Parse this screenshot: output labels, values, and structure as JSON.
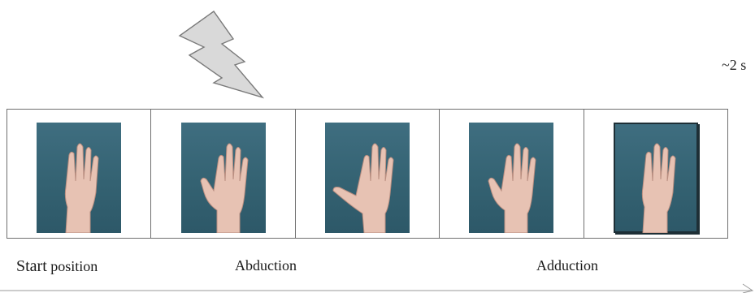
{
  "stimulus": {
    "icon": "lightning-bolt-icon",
    "color": "#d6d6d6"
  },
  "duration": {
    "text": "~2 s"
  },
  "frames": [
    {
      "pose": "closed"
    },
    {
      "pose": "thumb-slightly-open"
    },
    {
      "pose": "thumb-open"
    },
    {
      "pose": "thumb-slightly-open"
    },
    {
      "pose": "closed"
    }
  ],
  "labels": {
    "start_main": "Start",
    "start_rest": " position",
    "abduction": "Abduction",
    "adduction": "Adduction"
  }
}
